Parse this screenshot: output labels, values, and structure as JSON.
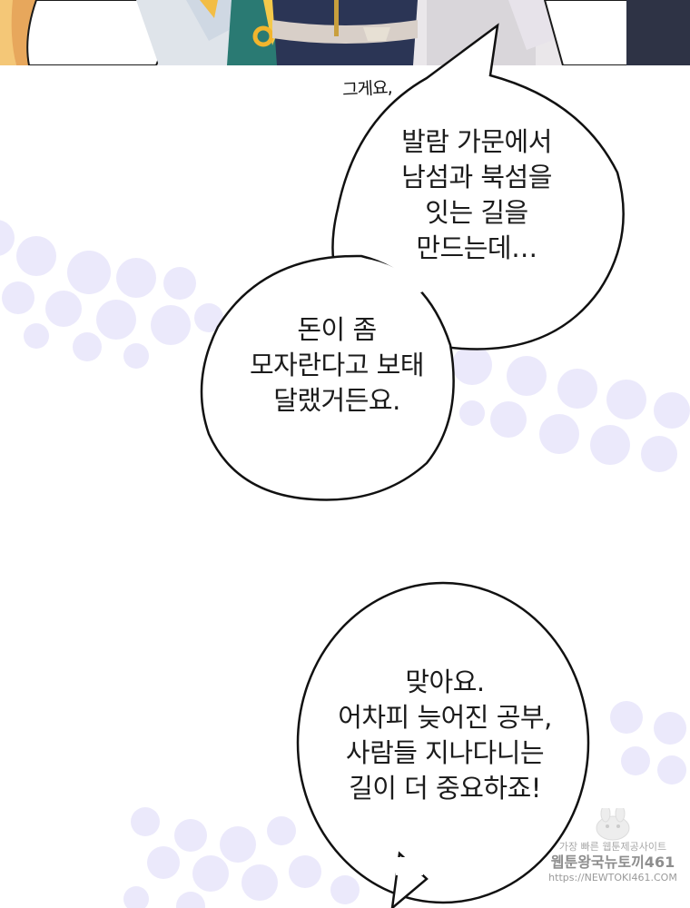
{
  "bubbles": {
    "sfx": "그게요,",
    "b1": [
      "발람 가문에서",
      "남섬과 북섬을",
      "잇는 길을",
      "만드는데…"
    ],
    "b2": [
      "돈이 좀",
      "모자란다고 보태",
      "달랬거든요."
    ],
    "b3": [
      "맞아요.",
      "어차피 늦어진 공부,",
      "사람들 지나다니는",
      "길이 더 중요하죠!"
    ]
  },
  "watermark": {
    "line1": "가장 빠른 웹툰제공사이트",
    "line2": "웹툰왕국뉴토끼461",
    "line3": "https://NEWTOKI461.COM"
  },
  "colors": {
    "dots": "#e9e7fb",
    "bubble_fill": "#ffffff",
    "bubble_outline": "#111111"
  }
}
